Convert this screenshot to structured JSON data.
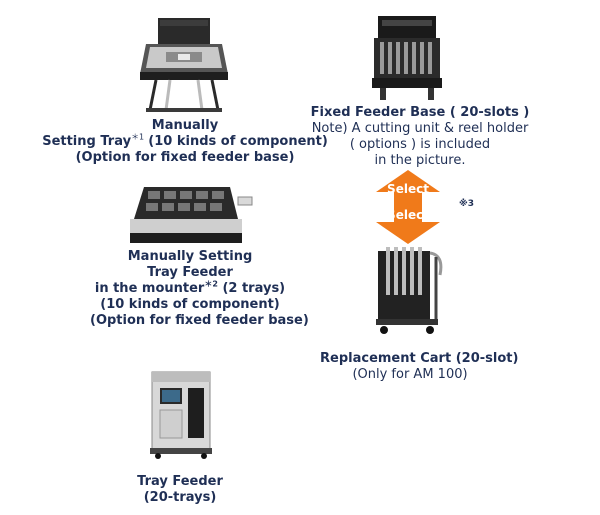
{
  "tray_manual": {
    "line1": "Manually",
    "line2": "Setting Tray",
    "mark": "＊1",
    "line2_rest": "(10 kinds of component)",
    "line3": "(Option for fixed feeder base)"
  },
  "fixed_base": {
    "title": "Fixed Feeder Base ( 20-slots )",
    "note1": "Note) A cutting unit & reel holder",
    "note2": "( options ) is included",
    "note3": "in the picture."
  },
  "select_arrow": {
    "top_label": "Select",
    "bottom_label": "Select",
    "color": "#f07a1a",
    "footnote": "※3"
  },
  "tray_feeder_in_mounter": {
    "line1": "Manually Setting",
    "line2": "Tray Feeder",
    "line3": "in the mounter",
    "mark": "＊2",
    "line3_rest": "(2 trays)",
    "line4": "(10 kinds of component)",
    "line5": "(Option for fixed feeder base)"
  },
  "cart": {
    "title": "Replacement Cart (20-slot)",
    "note": "(Only for AM 100)"
  },
  "tray_feeder": {
    "title": "Tray Feeder",
    "note": "(20-trays)"
  }
}
